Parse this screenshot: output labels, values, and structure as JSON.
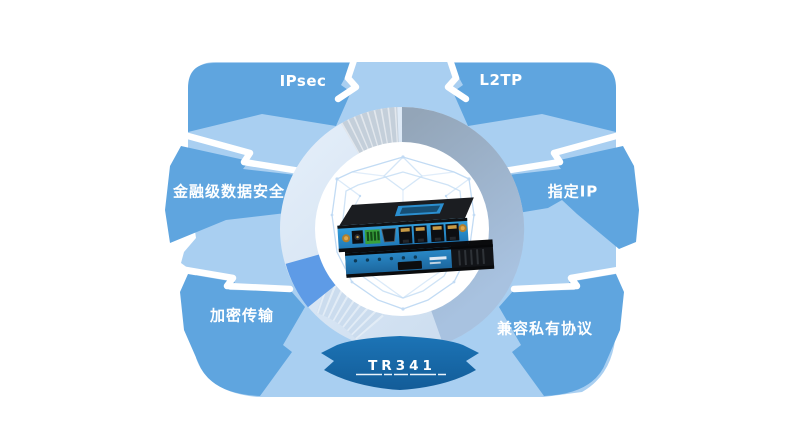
{
  "page": {
    "type": "product-feature-diagram",
    "background": "#ffffff"
  },
  "diagram": {
    "product": {
      "model": "TR341"
    },
    "features": [
      {
        "label": "IPsec",
        "position": "top-left"
      },
      {
        "label": "L2TP",
        "position": "top-right"
      },
      {
        "label": "金融级数据安全",
        "position": "middle-left"
      },
      {
        "label": "指定IP",
        "position": "middle-right"
      },
      {
        "label": "加密传输",
        "position": "bottom-left"
      },
      {
        "label": "兼容私有协议",
        "position": "bottom-right"
      }
    ],
    "center": {
      "icons": [
        "shield-wireframe-icon",
        "router-device-illustration"
      ]
    },
    "colors": {
      "arrow_light": "#A9CFF1",
      "arrow_medium": "#5FA5DF",
      "ring_slate": "#9DB6D3",
      "ring_light": "#D8E6F5",
      "ring_accent": "#5E9BE6",
      "ribbon_blue": "#1668A8",
      "label_text": "#FFFFFF"
    }
  }
}
